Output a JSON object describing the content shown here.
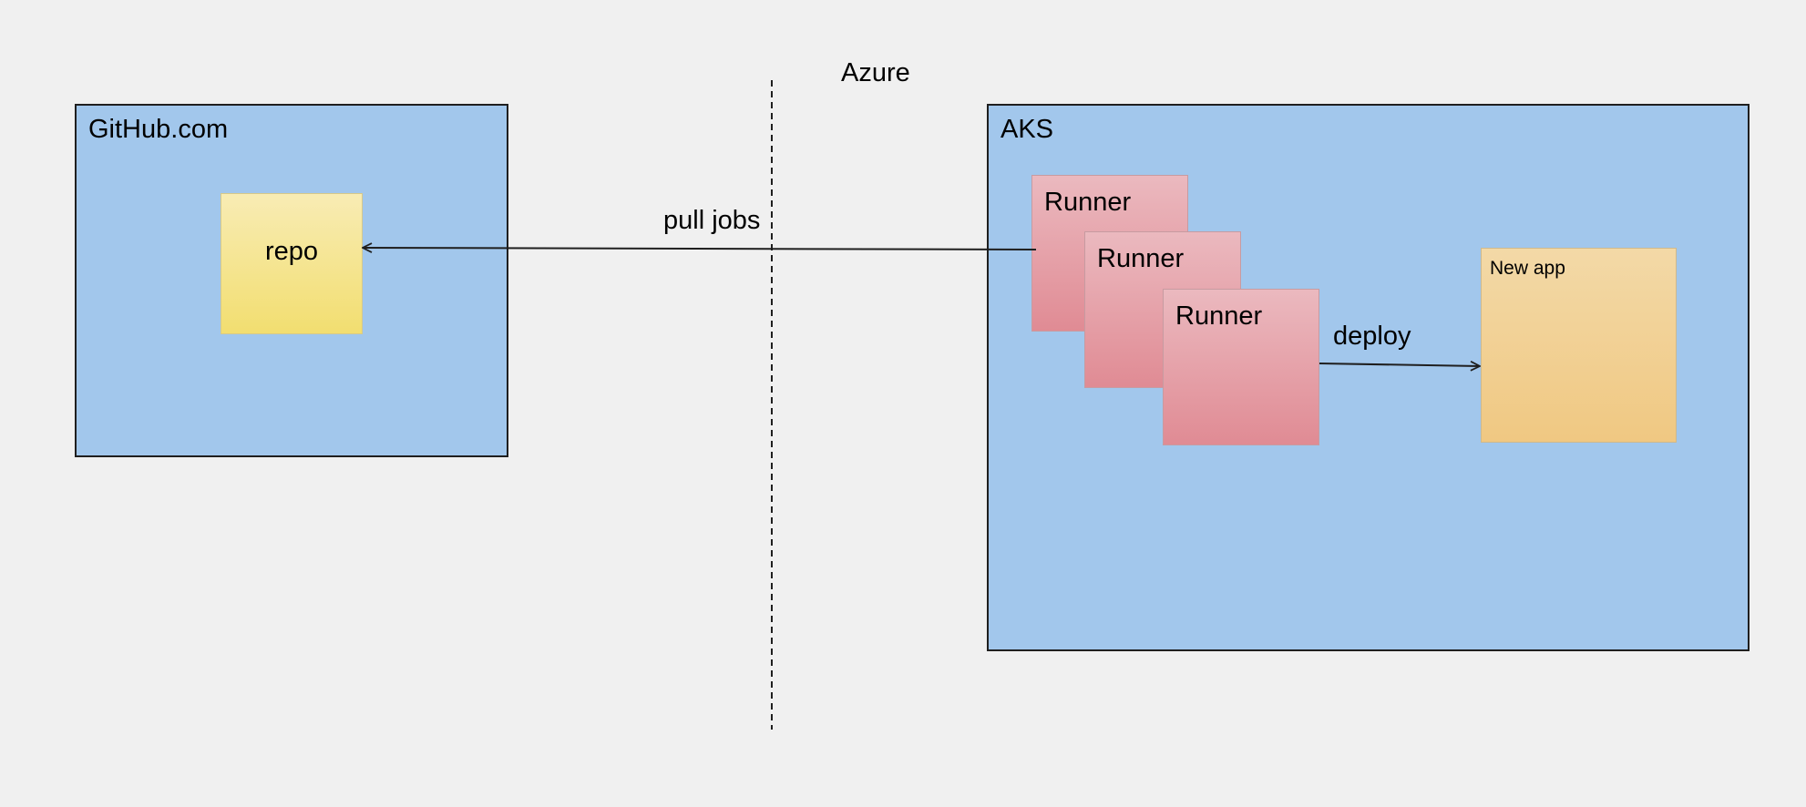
{
  "zones": {
    "github": {
      "label": "GitHub.com"
    },
    "aks": {
      "label": "AKS"
    }
  },
  "region_label": "Azure",
  "nodes": {
    "repo": {
      "label": "repo"
    },
    "runners": [
      {
        "label": "Runner"
      },
      {
        "label": "Runner"
      },
      {
        "label": "Runner"
      }
    ],
    "new_app": {
      "label": "New app"
    }
  },
  "edges": {
    "pull_jobs": {
      "label": "pull jobs"
    },
    "deploy": {
      "label": "deploy"
    }
  },
  "colors": {
    "background": "#f0f0f0",
    "zone_fill": "#a2c7ec",
    "zone_border": "#1f1f1f",
    "repo_fill": "#f2de70",
    "runner_fill": "#e08b94",
    "app_fill": "#f0c882",
    "line": "#1f1f1f"
  }
}
